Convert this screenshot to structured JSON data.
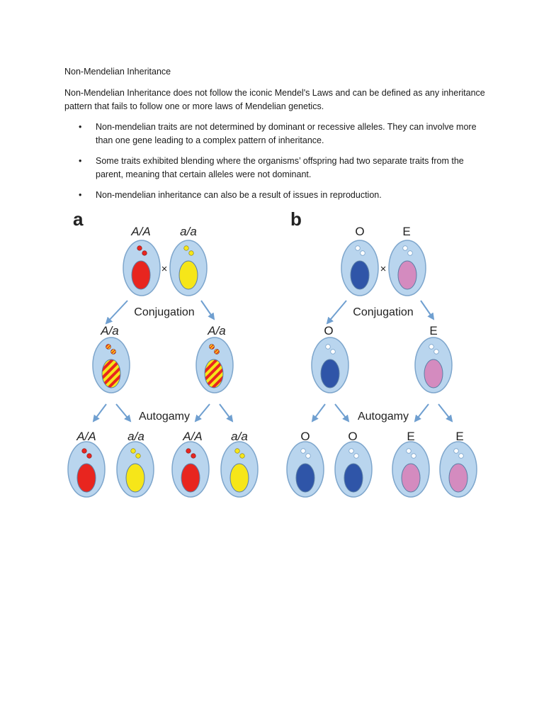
{
  "document": {
    "title": "Non-Mendelian Inheritance",
    "intro": "Non-Mendelian Inheritance does not follow the iconic Mendel's Laws and can be defined as any inheritance pattern that fails to follow one or more laws of Mendelian genetics.",
    "bullets": [
      "Non-mendelian traits are not determined by dominant or recessive alleles. They can involve more than one gene leading to a complex pattern of inheritance.",
      "Some traits exhibited blending where the organisms’ offspring had two separate traits from the parent, meaning that certain alleles were not dominant.",
      "Non-mendelian inheritance can also be a result of issues in reproduction."
    ]
  },
  "figure": {
    "colors": {
      "cell_fill": "#b9d5ee",
      "cell_stroke": "#7ea6cc",
      "red": "#e8251f",
      "yellow": "#f6e619",
      "blue": "#2f55a8",
      "pink": "#d48bbf",
      "arrow": "#6f9fd0"
    },
    "panel_a": {
      "letter": "a",
      "parents": [
        "A/A",
        "a/a"
      ],
      "cross_symbol": "×",
      "step1": "Conjugation",
      "f1": [
        "A/a",
        "A/a"
      ],
      "step2": "Autogamy",
      "f2": [
        "A/A",
        "a/a",
        "A/A",
        "a/a"
      ]
    },
    "panel_b": {
      "letter": "b",
      "parents": [
        "O",
        "E"
      ],
      "cross_symbol": "×",
      "step1": "Conjugation",
      "f1": [
        "O",
        "E"
      ],
      "step2": "Autogamy",
      "f2": [
        "O",
        "O",
        "E",
        "E"
      ]
    }
  }
}
